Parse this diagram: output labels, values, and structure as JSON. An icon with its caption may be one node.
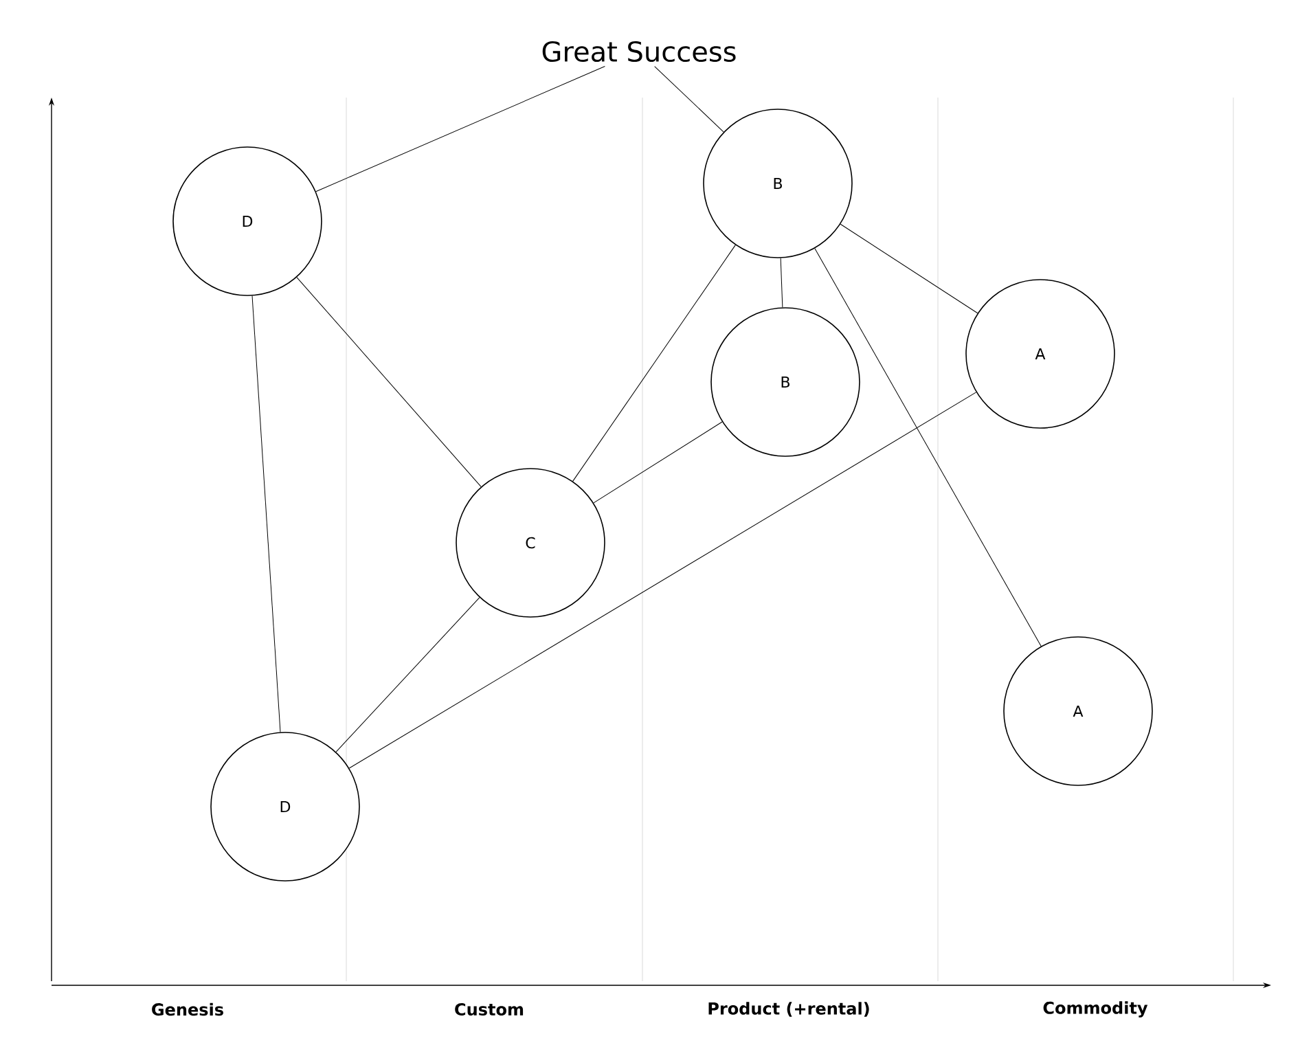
{
  "diagram": {
    "nodes": [
      {
        "text": [
          "Great Success"
        ]
      },
      {
        "text": [
          "D"
        ]
      },
      {
        "text": [
          "B"
        ]
      },
      {
        "text": [
          "B"
        ]
      },
      {
        "text": [
          "A"
        ]
      },
      {
        "text": [
          "C"
        ]
      },
      {
        "text": [
          "A"
        ]
      },
      {
        "text": [
          "D"
        ]
      }
    ],
    "edges": [
      {
        "from": 0,
        "to": 1,
        "arrow": "none"
      },
      {
        "from": 0,
        "to": 2,
        "arrow": "none"
      },
      {
        "from": 1,
        "to": 5,
        "arrow": "none"
      },
      {
        "from": 1,
        "to": 7,
        "arrow": "none"
      },
      {
        "from": 2,
        "to": 3,
        "arrow": "none"
      },
      {
        "from": 2,
        "to": 4,
        "arrow": "none"
      },
      {
        "from": 2,
        "to": 5,
        "arrow": "none"
      },
      {
        "from": 2,
        "to": 6,
        "arrow": "none"
      },
      {
        "from": 3,
        "to": 5,
        "arrow": "none"
      },
      {
        "from": 5,
        "to": 7,
        "arrow": "none"
      },
      {
        "from": 4,
        "to": 7,
        "arrow": "none"
      }
    ],
    "labels": [
      "Genesis",
      "Custom",
      "Product (+rental)",
      "Commodity"
    ]
  }
}
